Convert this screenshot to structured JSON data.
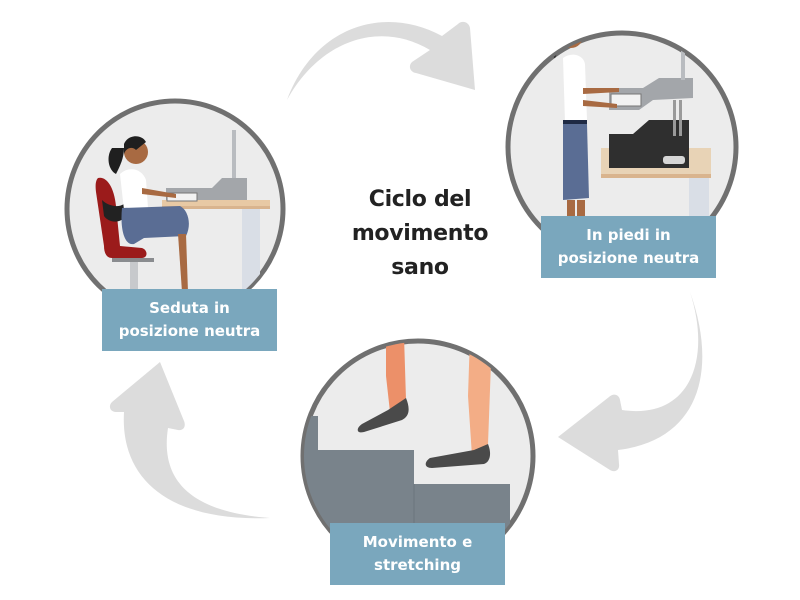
{
  "diagram": {
    "title_lines": [
      "Ciclo del",
      "movimento",
      "sano"
    ],
    "stages": [
      {
        "id": "sitting",
        "label_lines": [
          "Seduta in",
          "posizione neutra"
        ],
        "scene": "woman-sitting-at-desk"
      },
      {
        "id": "standing",
        "label_lines": [
          "In piedi in",
          "posizione neutra"
        ],
        "scene": "woman-standing-at-desk"
      },
      {
        "id": "moving",
        "label_lines": [
          "Movimento e",
          "stretching"
        ],
        "scene": "legs-climbing-stairs"
      }
    ],
    "arrows": [
      {
        "from": "sitting",
        "to": "standing",
        "icon": "curved-arrow-right-icon"
      },
      {
        "from": "standing",
        "to": "moving",
        "icon": "curved-arrow-down-left-icon"
      },
      {
        "from": "moving",
        "to": "sitting",
        "icon": "curved-arrow-up-icon"
      }
    ],
    "colors": {
      "label_bg": "#7aa7bd",
      "label_text": "#ffffff",
      "circle_border": "#707070",
      "circle_fill": "#ececec",
      "arrow": "#dcdcdc",
      "title_text": "#222222"
    }
  }
}
